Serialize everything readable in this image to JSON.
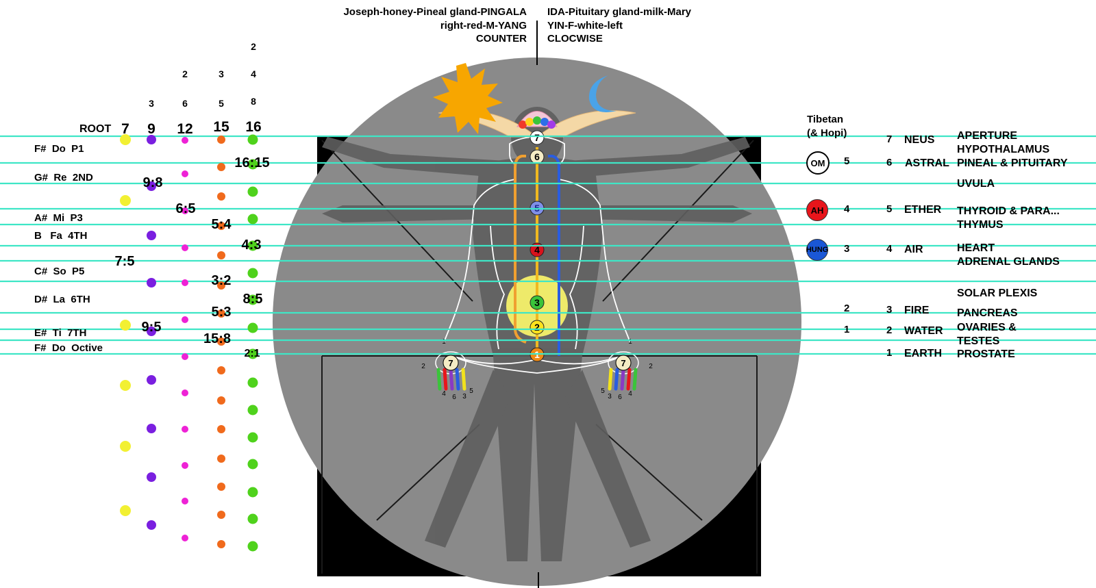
{
  "header": {
    "left_line1": "Joseph-honey-Pineal gland-PINGALA",
    "left_line2": "right-red-M-YANG",
    "left_line3": "COUNTER",
    "right_line1": "IDA-Pituitary gland-milk-Mary",
    "right_line2": "YIN-F-white-left",
    "right_line3": "CLOCWISE"
  },
  "harmonics": {
    "root_label": "ROOT",
    "columns": [
      {
        "top": "",
        "mid": "",
        "low": "",
        "big": "7"
      },
      {
        "top": "",
        "mid": "",
        "low": "3",
        "big": "9"
      },
      {
        "top": "",
        "mid": "2",
        "low": "6",
        "big": "12"
      },
      {
        "top": "",
        "mid": "3",
        "low": "5",
        "big": "15"
      },
      {
        "top": "2",
        "mid": "4",
        "low": "8",
        "big": "16"
      }
    ],
    "notes": [
      "F#  Do  P1",
      "G#  Re  2ND",
      "A#  Mi  P3",
      "B   Fa  4TH",
      "C#  So  P5",
      "D#  La  6TH",
      "E#  Ti  7TH",
      "F#  Do  Octive"
    ],
    "ratios": [
      "16:15",
      "9:8",
      "6:5",
      "5:4",
      "4:3",
      "7:5",
      "3:2",
      "8:5",
      "5:3",
      "9:5",
      "15:8",
      "2:1"
    ]
  },
  "tibetan": {
    "header_line1": "Tibetan",
    "header_line2": "(& Hopi)",
    "mantras": [
      {
        "label": "OM",
        "number": "5",
        "color": "#ffffff"
      },
      {
        "label": "AH",
        "number": "4",
        "color": "#e8151b"
      },
      {
        "label": "HUNG",
        "number": "3",
        "color": "#1a57d6"
      }
    ],
    "extra_numbers": [
      "2",
      "1"
    ]
  },
  "chakras": [
    {
      "number": "7",
      "name": "NEUS"
    },
    {
      "number": "6",
      "name": "ASTRAL"
    },
    {
      "number": "5",
      "name": "ETHER"
    },
    {
      "number": "4",
      "name": "AIR"
    },
    {
      "number": "3",
      "name": "FIRE"
    },
    {
      "number": "2",
      "name": "WATER"
    },
    {
      "number": "1",
      "name": "EARTH"
    }
  ],
  "organs": [
    "APERTURE",
    "HYPOTHALAMUS",
    "PINEAL & PITUITARY",
    "UVULA",
    "THYROID & PARA...",
    "THYMUS",
    "HEART",
    "ADRENAL GLANDS",
    "SOLAR PLEXIS",
    "PANCREAS",
    "OVARIES &",
    "TESTES",
    "PROSTATE"
  ],
  "figure": {
    "spine_labels": [
      "7",
      "6",
      "5",
      "4",
      "3",
      "2",
      "1"
    ],
    "hand_labels": [
      "7",
      "1",
      "2",
      "3",
      "4",
      "5",
      "6"
    ]
  },
  "colors": {
    "line": "#3ee6c6",
    "circle": "#8a8a8a",
    "figure": "#5a5a5a",
    "sun": "#f7a600",
    "moon": "#4aa3e8",
    "dot_7": "#f2f032",
    "dot_9": "#7a1fe0",
    "dot_12": "#ee22d6",
    "dot_15": "#f06a1c",
    "dot_16": "#4fd21c"
  }
}
